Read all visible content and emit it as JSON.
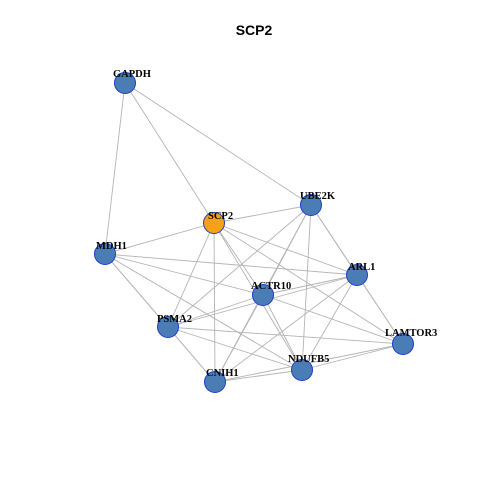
{
  "title": "SCP2",
  "colors": {
    "hub_node": "#f5a314",
    "node": "#4a7db5",
    "node_border": "#1f3cc8",
    "edge": "#b4b4b4"
  },
  "nodes": [
    {
      "id": "GAPDH",
      "label": "GAPDH",
      "hub": false
    },
    {
      "id": "SCP2",
      "label": "SCP2",
      "hub": true
    },
    {
      "id": "UBE2K",
      "label": "UBE2K",
      "hub": false
    },
    {
      "id": "MDH1",
      "label": "MDH1",
      "hub": false
    },
    {
      "id": "ARL1",
      "label": "ARL1",
      "hub": false
    },
    {
      "id": "ACTR10",
      "label": "ACTR10",
      "hub": false
    },
    {
      "id": "PSMA2",
      "label": "PSMA2",
      "hub": false
    },
    {
      "id": "LAMTOR3",
      "label": "LAMTOR3",
      "hub": false
    },
    {
      "id": "NDUFB5",
      "label": "NDUFB5",
      "hub": false
    },
    {
      "id": "CNIH1",
      "label": "CNIH1",
      "hub": false
    }
  ],
  "edges": [
    [
      "GAPDH",
      "SCP2"
    ],
    [
      "GAPDH",
      "UBE2K"
    ],
    [
      "GAPDH",
      "MDH1"
    ],
    [
      "SCP2",
      "UBE2K"
    ],
    [
      "SCP2",
      "MDH1"
    ],
    [
      "SCP2",
      "ARL1"
    ],
    [
      "SCP2",
      "ACTR10"
    ],
    [
      "SCP2",
      "PSMA2"
    ],
    [
      "SCP2",
      "CNIH1"
    ],
    [
      "SCP2",
      "NDUFB5"
    ],
    [
      "SCP2",
      "LAMTOR3"
    ],
    [
      "UBE2K",
      "ARL1"
    ],
    [
      "UBE2K",
      "ACTR10"
    ],
    [
      "UBE2K",
      "PSMA2"
    ],
    [
      "UBE2K",
      "CNIH1"
    ],
    [
      "UBE2K",
      "NDUFB5"
    ],
    [
      "UBE2K",
      "LAMTOR3"
    ],
    [
      "MDH1",
      "ARL1"
    ],
    [
      "MDH1",
      "ACTR10"
    ],
    [
      "MDH1",
      "PSMA2"
    ],
    [
      "MDH1",
      "CNIH1"
    ],
    [
      "MDH1",
      "NDUFB5"
    ],
    [
      "ARL1",
      "ACTR10"
    ],
    [
      "ARL1",
      "PSMA2"
    ],
    [
      "ARL1",
      "CNIH1"
    ],
    [
      "ARL1",
      "NDUFB5"
    ],
    [
      "ARL1",
      "LAMTOR3"
    ],
    [
      "ACTR10",
      "PSMA2"
    ],
    [
      "ACTR10",
      "CNIH1"
    ],
    [
      "ACTR10",
      "NDUFB5"
    ],
    [
      "ACTR10",
      "LAMTOR3"
    ],
    [
      "PSMA2",
      "CNIH1"
    ],
    [
      "PSMA2",
      "NDUFB5"
    ],
    [
      "PSMA2",
      "LAMTOR3"
    ],
    [
      "CNIH1",
      "NDUFB5"
    ],
    [
      "CNIH1",
      "LAMTOR3"
    ],
    [
      "NDUFB5",
      "LAMTOR3"
    ]
  ]
}
